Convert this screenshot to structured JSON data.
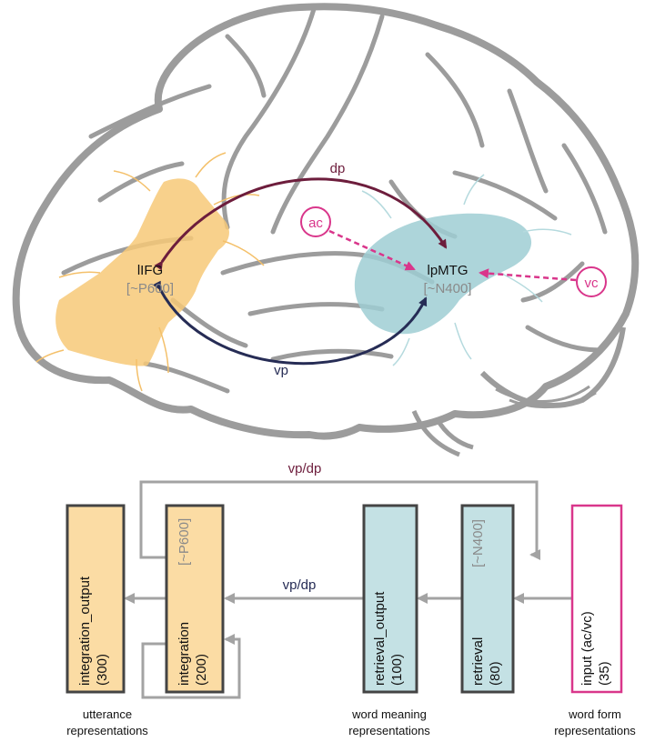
{
  "brain": {
    "regions": {
      "lifg": {
        "name": "lIFG",
        "erp": "[~P600]"
      },
      "lpmtg": {
        "name": "lpMTG",
        "erp": "[~N400]"
      }
    },
    "inputs": {
      "ac": "ac",
      "vc": "vc"
    },
    "pathways": {
      "dp": "dp",
      "vp": "vp"
    }
  },
  "model": {
    "layers": {
      "integration_output": {
        "name": "integration_output",
        "size": "(300)"
      },
      "integration": {
        "name": "integration",
        "size": "(200)",
        "erp": "[~P600]"
      },
      "retrieval_output": {
        "name": "retrieval_output",
        "size": "(100)"
      },
      "retrieval": {
        "name": "retrieval",
        "size": "(80)",
        "erp": "[~N400]"
      },
      "input": {
        "name": "input (ac/vc)",
        "size": "(35)"
      }
    },
    "connections": {
      "top": "vp/dp",
      "middle": "vp/dp"
    },
    "captions": {
      "utterance": [
        "utterance",
        "representations"
      ],
      "word_meaning": [
        "word meaning",
        "representations"
      ],
      "word_form": [
        "word form",
        "representations"
      ]
    }
  },
  "colors": {
    "orange": "#fbdca4",
    "orange_region": "#f7c978",
    "teal": "#c4e1e4",
    "teal_region": "#9fced4",
    "dp": "#6d1d3c",
    "vp": "#262c55",
    "pink": "#d9368b",
    "outline": "#9c9c9c",
    "box_border": "#444444",
    "arrow_gray": "#a3a3a3"
  }
}
